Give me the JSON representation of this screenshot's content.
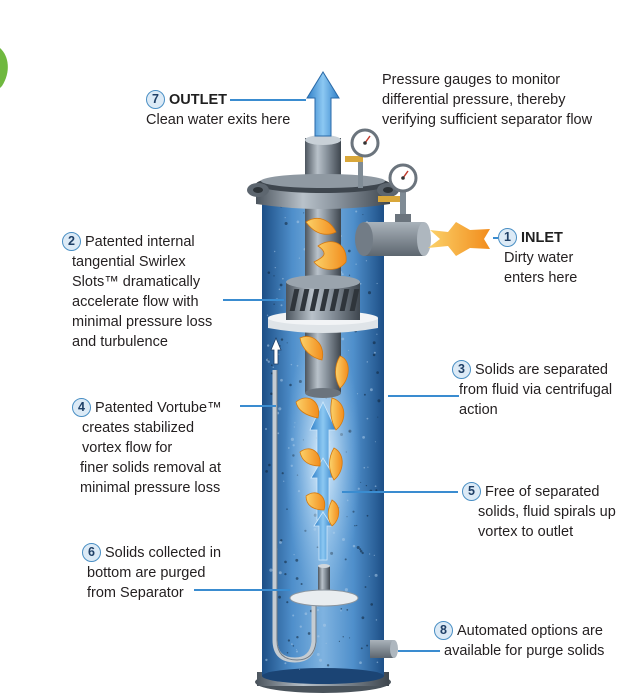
{
  "callouts": {
    "outlet": {
      "number": "7",
      "title": "OUTLET",
      "lines": [
        "Clean water exits here"
      ]
    },
    "gauges": {
      "lines": [
        "Pressure gauges to monitor",
        "differential pressure, thereby",
        "verifying sufficient separator flow"
      ]
    },
    "inlet": {
      "number": "1",
      "title": "INLET",
      "lines": [
        "Dirty water",
        "enters here"
      ]
    },
    "slots": {
      "number": "2",
      "lines": [
        "Patented internal",
        "tangential Swirlex",
        "Slots™ dramatically",
        "accelerate flow with",
        "minimal pressure loss",
        "and turbulence"
      ]
    },
    "centrifugal": {
      "number": "3",
      "lines": [
        "Solids are separated",
        "from fluid via centrifugal",
        "action"
      ]
    },
    "vortube": {
      "number": "4",
      "lines": [
        "Patented Vortube™",
        "creates stabilized",
        "vortex flow for",
        "finer solids removal at",
        "minimal pressure loss"
      ]
    },
    "spiral": {
      "number": "5",
      "lines": [
        "Free of separated",
        "solids, fluid spirals up",
        "vortex to outlet"
      ]
    },
    "purge": {
      "number": "6",
      "lines": [
        "Solids collected in",
        "bottom are purged",
        "from Separator"
      ]
    },
    "automated": {
      "number": "8",
      "lines": [
        "Automated options are",
        "available for purge solids"
      ]
    }
  },
  "colors": {
    "leader": "#3a8cd0",
    "tank_blue": "#2f6fb3",
    "steel": "#7f8b95",
    "orange": "#f5a623",
    "arrow_blue": "#5aa8e6"
  }
}
